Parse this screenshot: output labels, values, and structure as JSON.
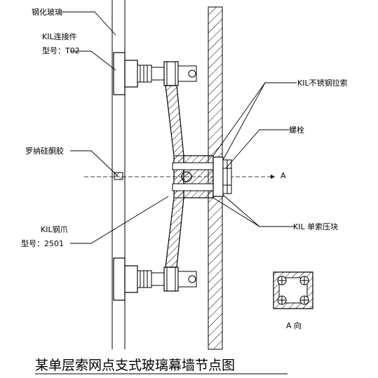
{
  "labels": {
    "tempered_glass": "钢化玻璃",
    "kil_connector": "KIL连接件",
    "connector_model": "型号：T02",
    "stainless_cable": "KIL不锈钢拉索",
    "bolt": "螺栓",
    "silicone": "罗纳硅酮胶",
    "direction_a": "A",
    "kil_claw": "KIL钢爪",
    "claw_model": "型号：2501",
    "cable_clamp": "KIL  单索压块",
    "view_a": "A 向"
  },
  "title": "某单层索网点支式玻璃幕墙节点图",
  "colors": {
    "line": "#000000",
    "background": "#ffffff",
    "watermark": "#d0d0d0"
  }
}
